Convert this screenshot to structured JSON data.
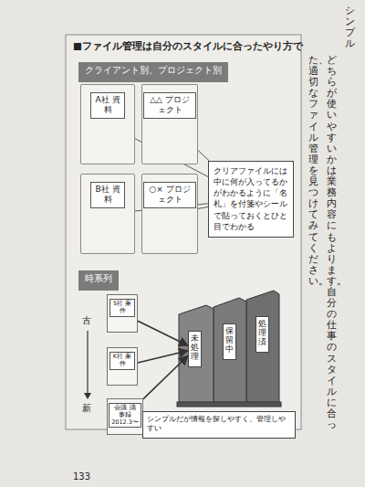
{
  "diagram": {
    "title": "■ファイル管理は自分のスタイルに合ったやり方で",
    "nodes": [
      {
        "text": [
          "クライアント別、プロジェクト別"
        ]
      },
      {
        "text": [
          "A社 資料"
        ]
      },
      {
        "text": [
          "△△ プロジェクト"
        ]
      },
      {
        "text": [
          "B社 資料"
        ]
      },
      {
        "text": [
          "○× プロジェクト"
        ]
      },
      {
        "text": [
          "クリアファイルには中に何が入ってるかがわかるように「名札」を付箋やシールで貼っておくとひと目でわかる"
        ]
      },
      {
        "text": [
          "時系列"
        ]
      },
      {
        "text": [
          "S社 案件"
        ]
      },
      {
        "text": [
          "K社 案件"
        ]
      },
      {
        "text": [
          "会議 議事録 2012.3〜"
        ]
      },
      {
        "text": [
          "未処理"
        ]
      },
      {
        "text": [
          "保留中"
        ]
      },
      {
        "text": [
          "処理済"
        ]
      },
      {
        "text": [
          "シンプルだが情報を探しやすく、管理しやすい"
        ]
      }
    ],
    "edges": [
      {
        "from": 1,
        "to": 5,
        "arrow": "none"
      },
      {
        "from": 2,
        "to": 5,
        "arrow": "none"
      },
      {
        "from": 3,
        "to": 5,
        "arrow": "none"
      },
      {
        "from": 4,
        "to": 5,
        "arrow": "none"
      },
      {
        "from": 7,
        "to": 10,
        "arrow": "to"
      },
      {
        "from": 8,
        "to": 10,
        "arrow": "to"
      },
      {
        "from": 9,
        "to": 10,
        "arrow": "to"
      }
    ],
    "labels": [
      "古",
      "新",
      "シンプル",
      "どちらが使いやすいかは業務内容にもよります。自分の仕事のスタイルに合っ",
      "た、適切なファイル管理を見つけてみてください。",
      "133"
    ]
  }
}
